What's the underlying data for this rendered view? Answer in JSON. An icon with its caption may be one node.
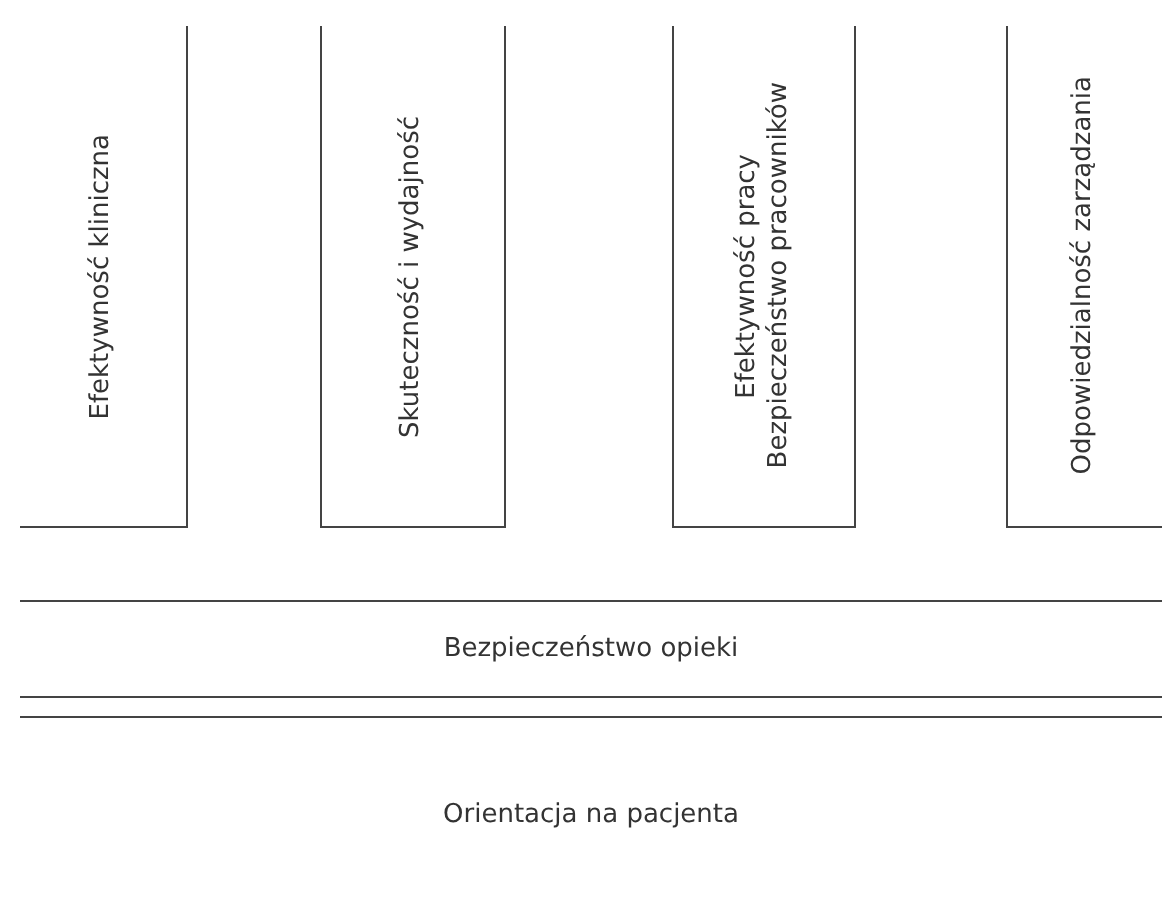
{
  "diagram": {
    "nodes": [
      {
        "text": [
          "Efektywność kliniczna"
        ]
      },
      {
        "text": [
          "Skuteczność i wydajność"
        ]
      },
      {
        "text": [
          "Efektywność pracy",
          "Bezpieczeństwo pracowników"
        ]
      },
      {
        "text": [
          "Odpowiedzialność zarządzania"
        ]
      },
      {
        "text": [
          "Bezpieczeństwo opieki"
        ]
      },
      {
        "text": [
          "Orientacja na pacjenta"
        ]
      }
    ]
  }
}
